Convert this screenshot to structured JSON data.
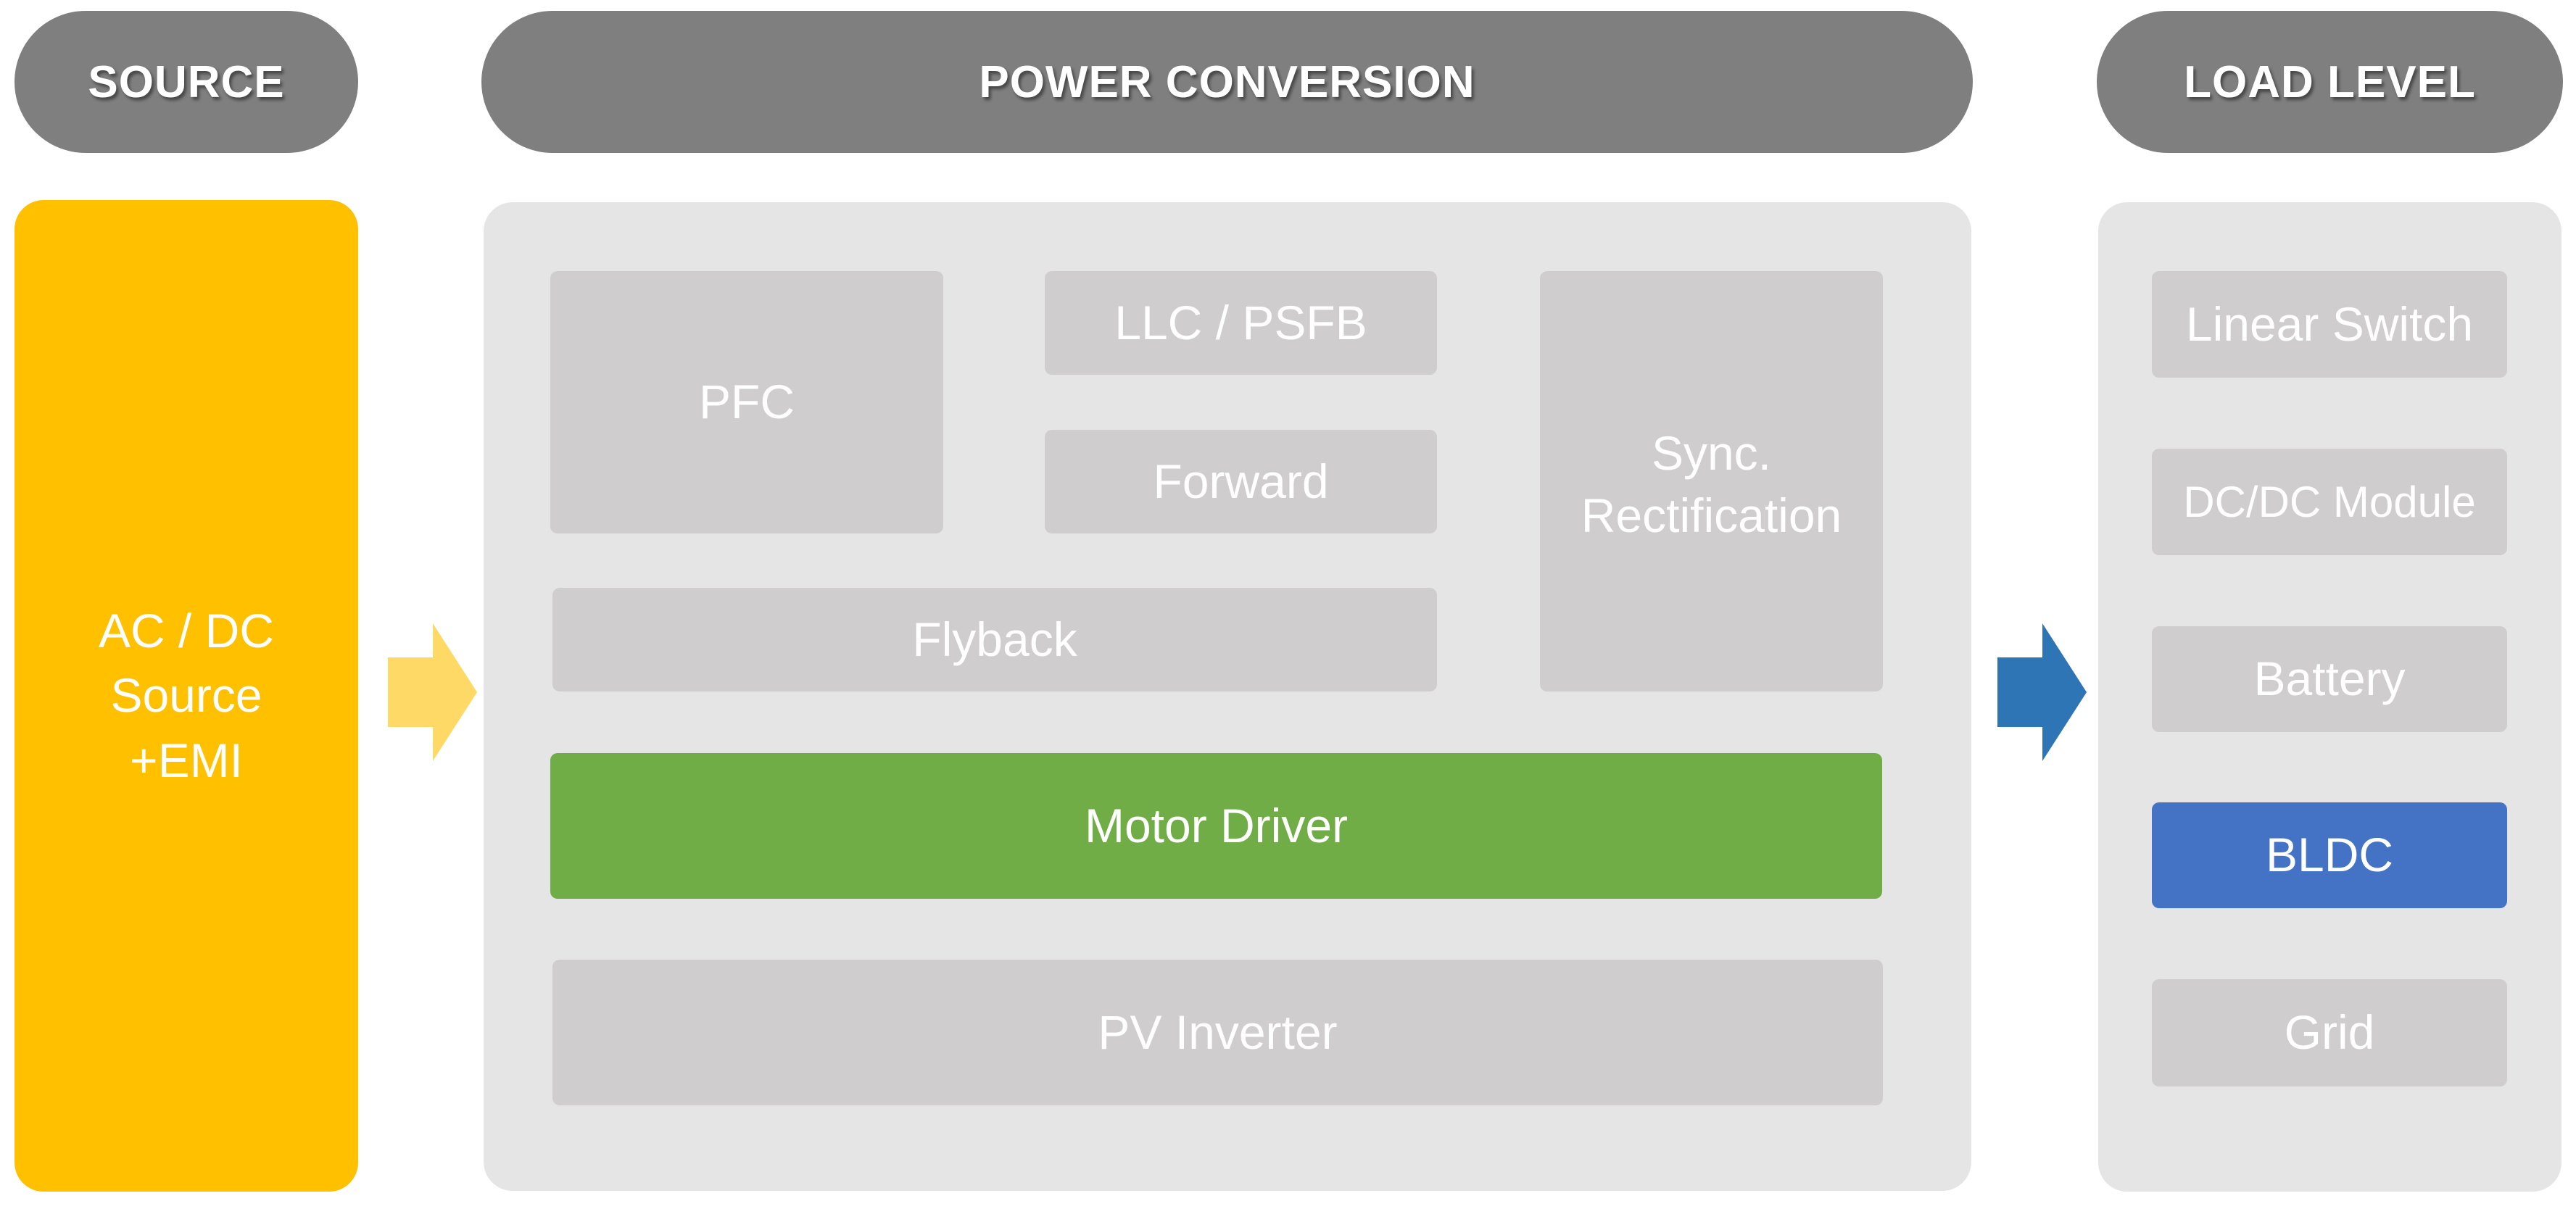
{
  "headers": {
    "source": "SOURCE",
    "power_conversion": "POWER CONVERSION",
    "load_level": "LOAD LEVEL"
  },
  "source": {
    "label": "AC / DC\nSource\n+EMI"
  },
  "power_conversion": {
    "pfc": "PFC",
    "llc_psfb": "LLC / PSFB",
    "forward": "Forward",
    "flyback": "Flyback",
    "sync_rectification": "Sync.\nRectification",
    "motor_driver": "Motor Driver",
    "pv_inverter": "PV Inverter"
  },
  "load_level": {
    "items": [
      {
        "label": "Linear Switch",
        "highlighted": false
      },
      {
        "label": "DC/DC Module",
        "highlighted": false
      },
      {
        "label": "Battery",
        "highlighted": false
      },
      {
        "label": "BLDC",
        "highlighted": true
      },
      {
        "label": "Grid",
        "highlighted": false
      }
    ]
  },
  "arrows": {
    "source_to_conversion": {
      "icon": "right-arrow-icon",
      "color": "#ffd966"
    },
    "conversion_to_load": {
      "icon": "right-arrow-icon",
      "color": "#2e75b6"
    }
  },
  "colors": {
    "header": "#7f7f7f",
    "source": "#ffc000",
    "panel": "#e5e5e5",
    "block": "#cfcdce",
    "motor_driver": "#70ad47",
    "bldc": "#4472c4"
  }
}
